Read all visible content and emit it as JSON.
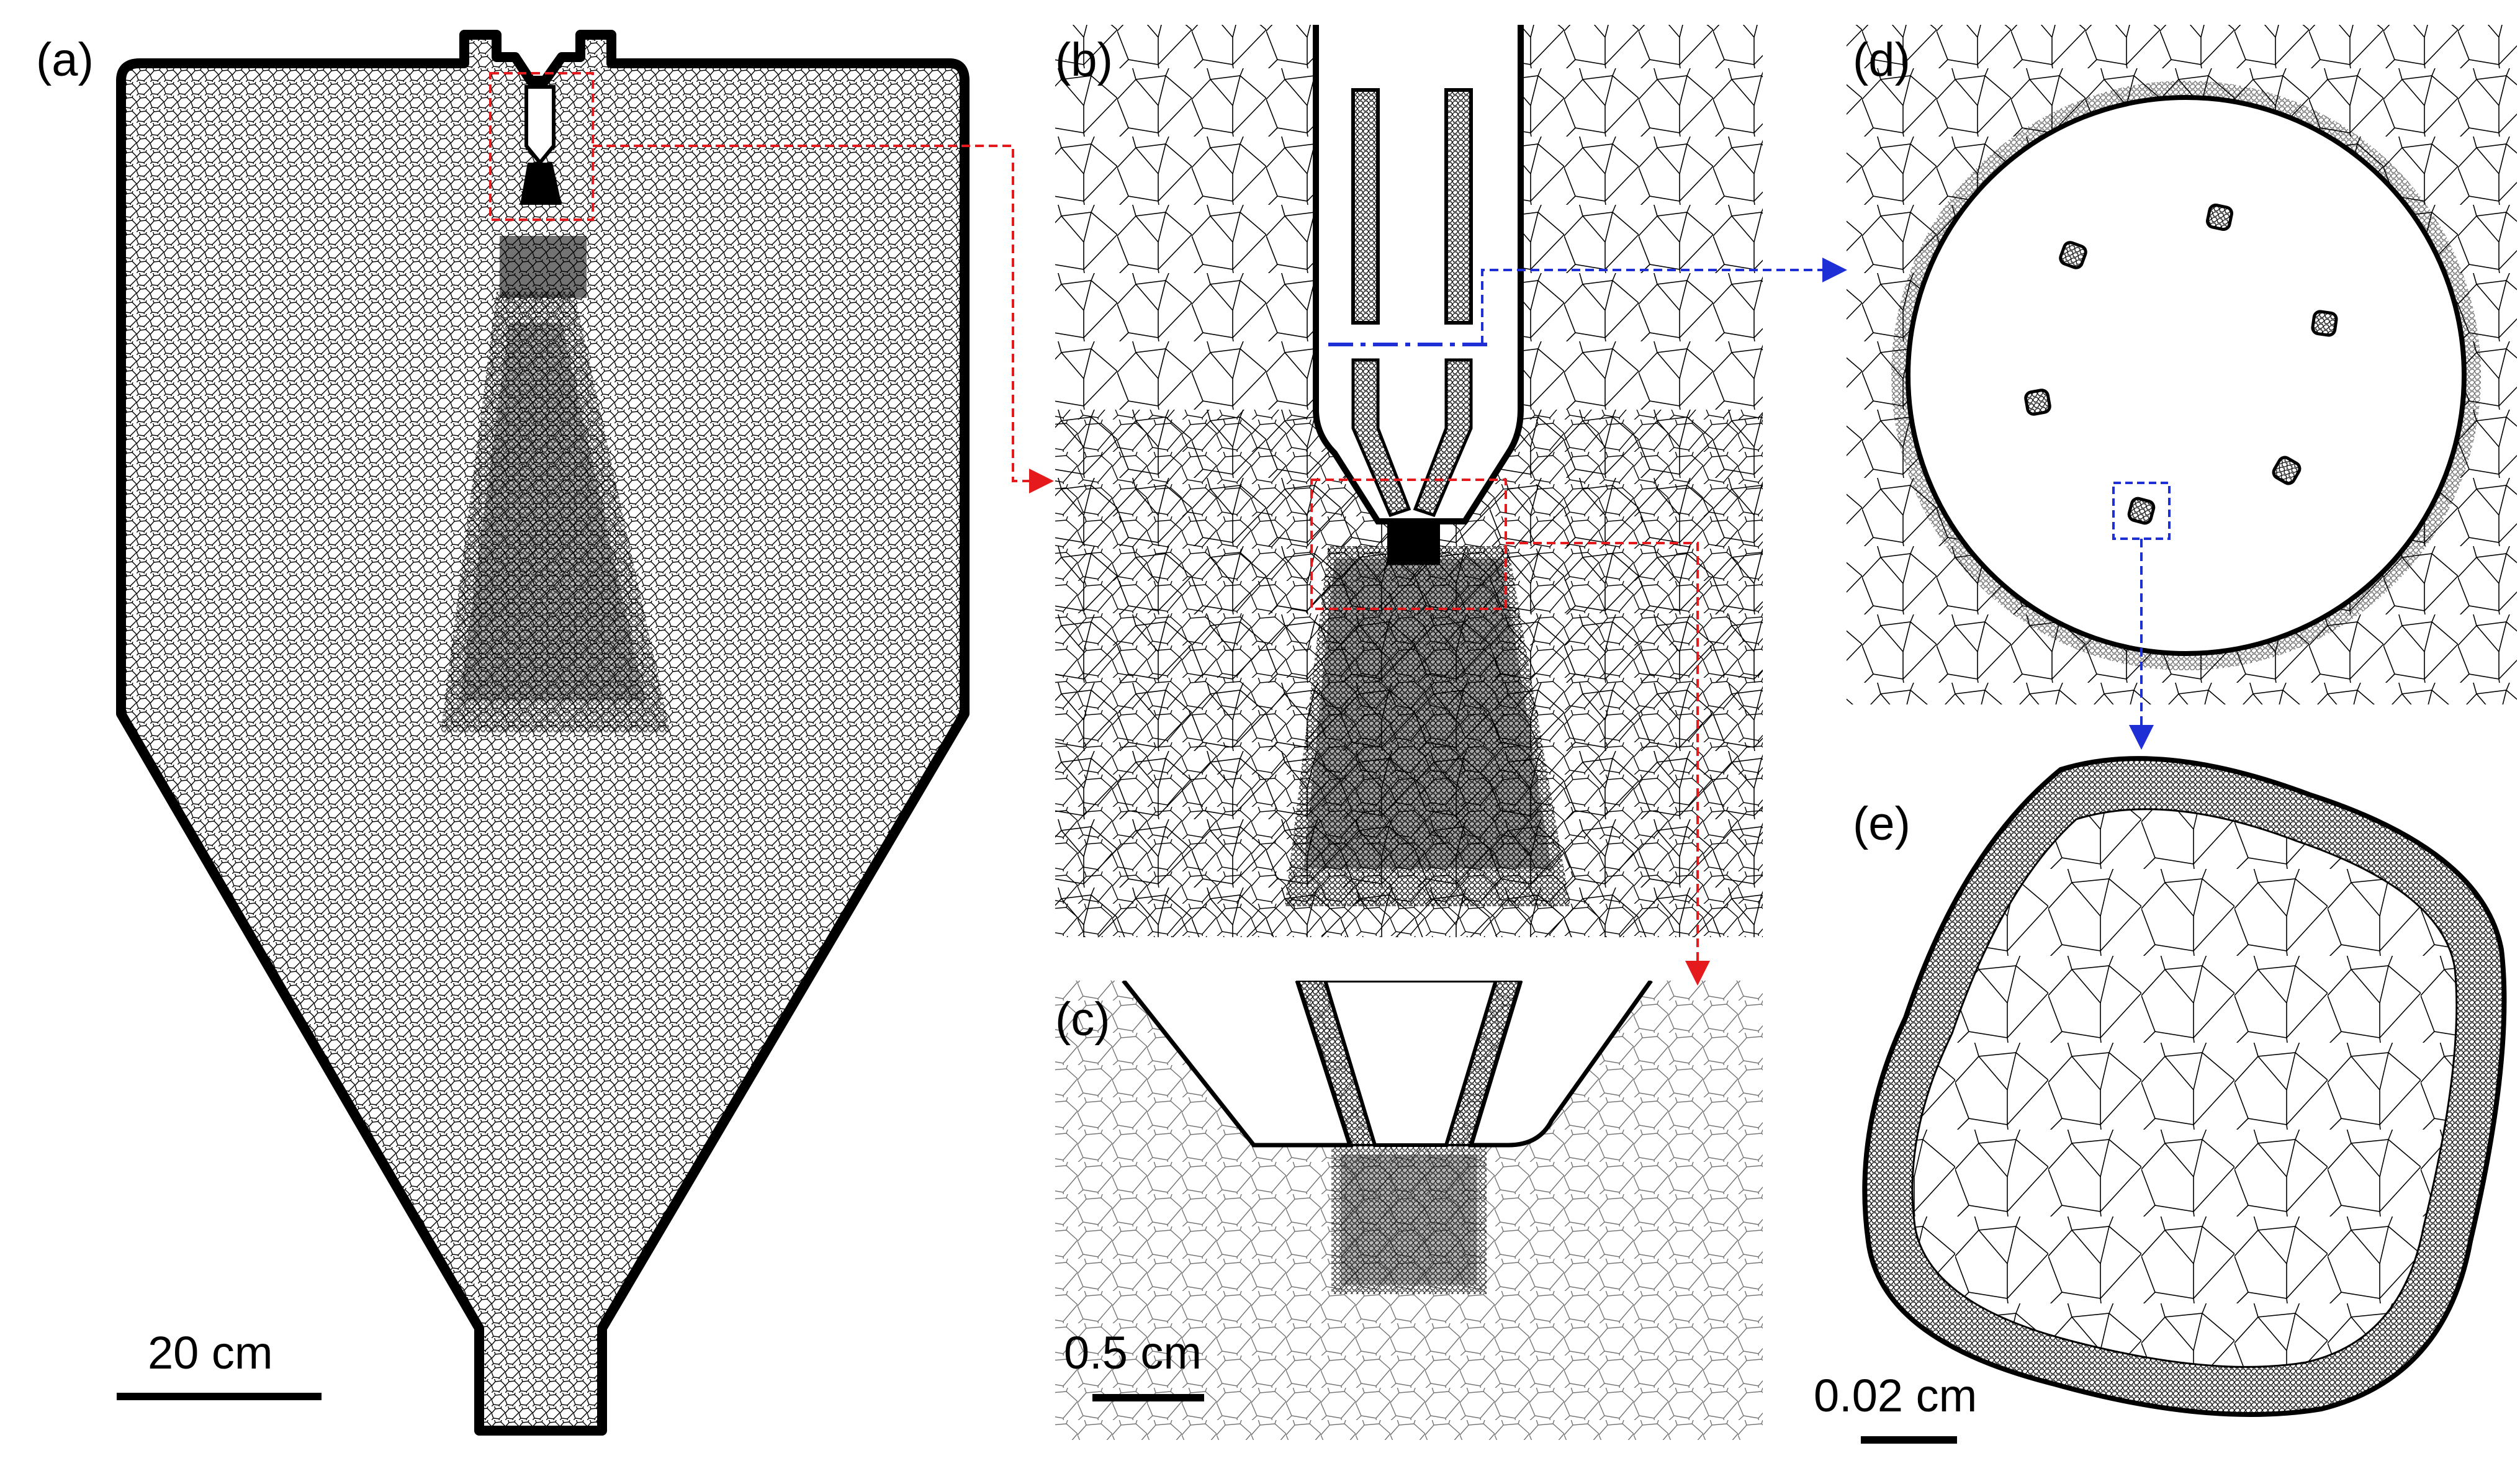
{
  "panels": {
    "a": {
      "label": "(a)",
      "scale_text": "20 cm"
    },
    "b": {
      "label": "(b)"
    },
    "c": {
      "label": "(c)",
      "scale_text": "0.5 cm"
    },
    "d": {
      "label": "(d)"
    },
    "e": {
      "label": "(e)",
      "scale_text": "0.02 cm"
    }
  },
  "colors": {
    "zoom_red": "#e41a1c",
    "zoom_blue": "#1f2fd6",
    "mesh_line": "#000000",
    "background": "#ffffff"
  }
}
